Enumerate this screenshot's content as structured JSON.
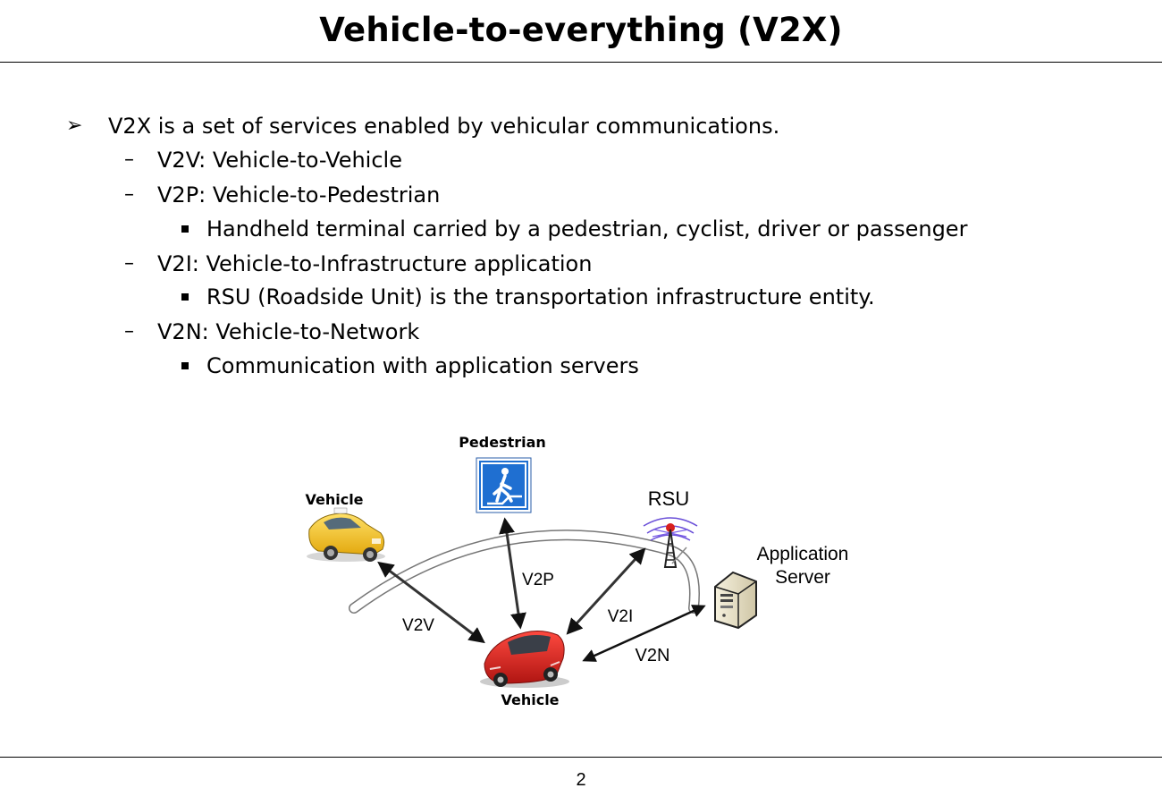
{
  "slide": {
    "title": "Vehicle-to-everything (V2X)",
    "page_number": "2"
  },
  "bullets": {
    "main": "V2X is a set of services enabled by vehicular communications.",
    "v2v": "V2V: Vehicle-to-Vehicle",
    "v2p": "V2P: Vehicle-to-Pedestrian",
    "v2p_detail": "Handheld terminal carried by a pedestrian, cyclist, driver or passenger",
    "v2i": "V2I: Vehicle-to-Infrastructure application",
    "v2i_detail": "RSU (Roadside Unit) is the transportation infrastructure entity.",
    "v2n": "V2N: Vehicle-to-Network",
    "v2n_detail": "Communication with application servers",
    "dash": "–"
  },
  "diagram": {
    "labels": {
      "pedestrian": "Pedestrian",
      "vehicle_top": "Vehicle",
      "rsu": "RSU",
      "app_server_line1": "Application",
      "app_server_line2": "Server",
      "v2v": "V2V",
      "v2p": "V2P",
      "v2i": "V2I",
      "v2n": "V2N",
      "vehicle_bottom": "Vehicle"
    },
    "colors": {
      "yellow_car": "#f2c417",
      "red_car": "#d8201e",
      "sign_blue": "#1f6fd1",
      "rsu_waves": "#6a4fd8",
      "server": "#e9e2c8"
    }
  }
}
